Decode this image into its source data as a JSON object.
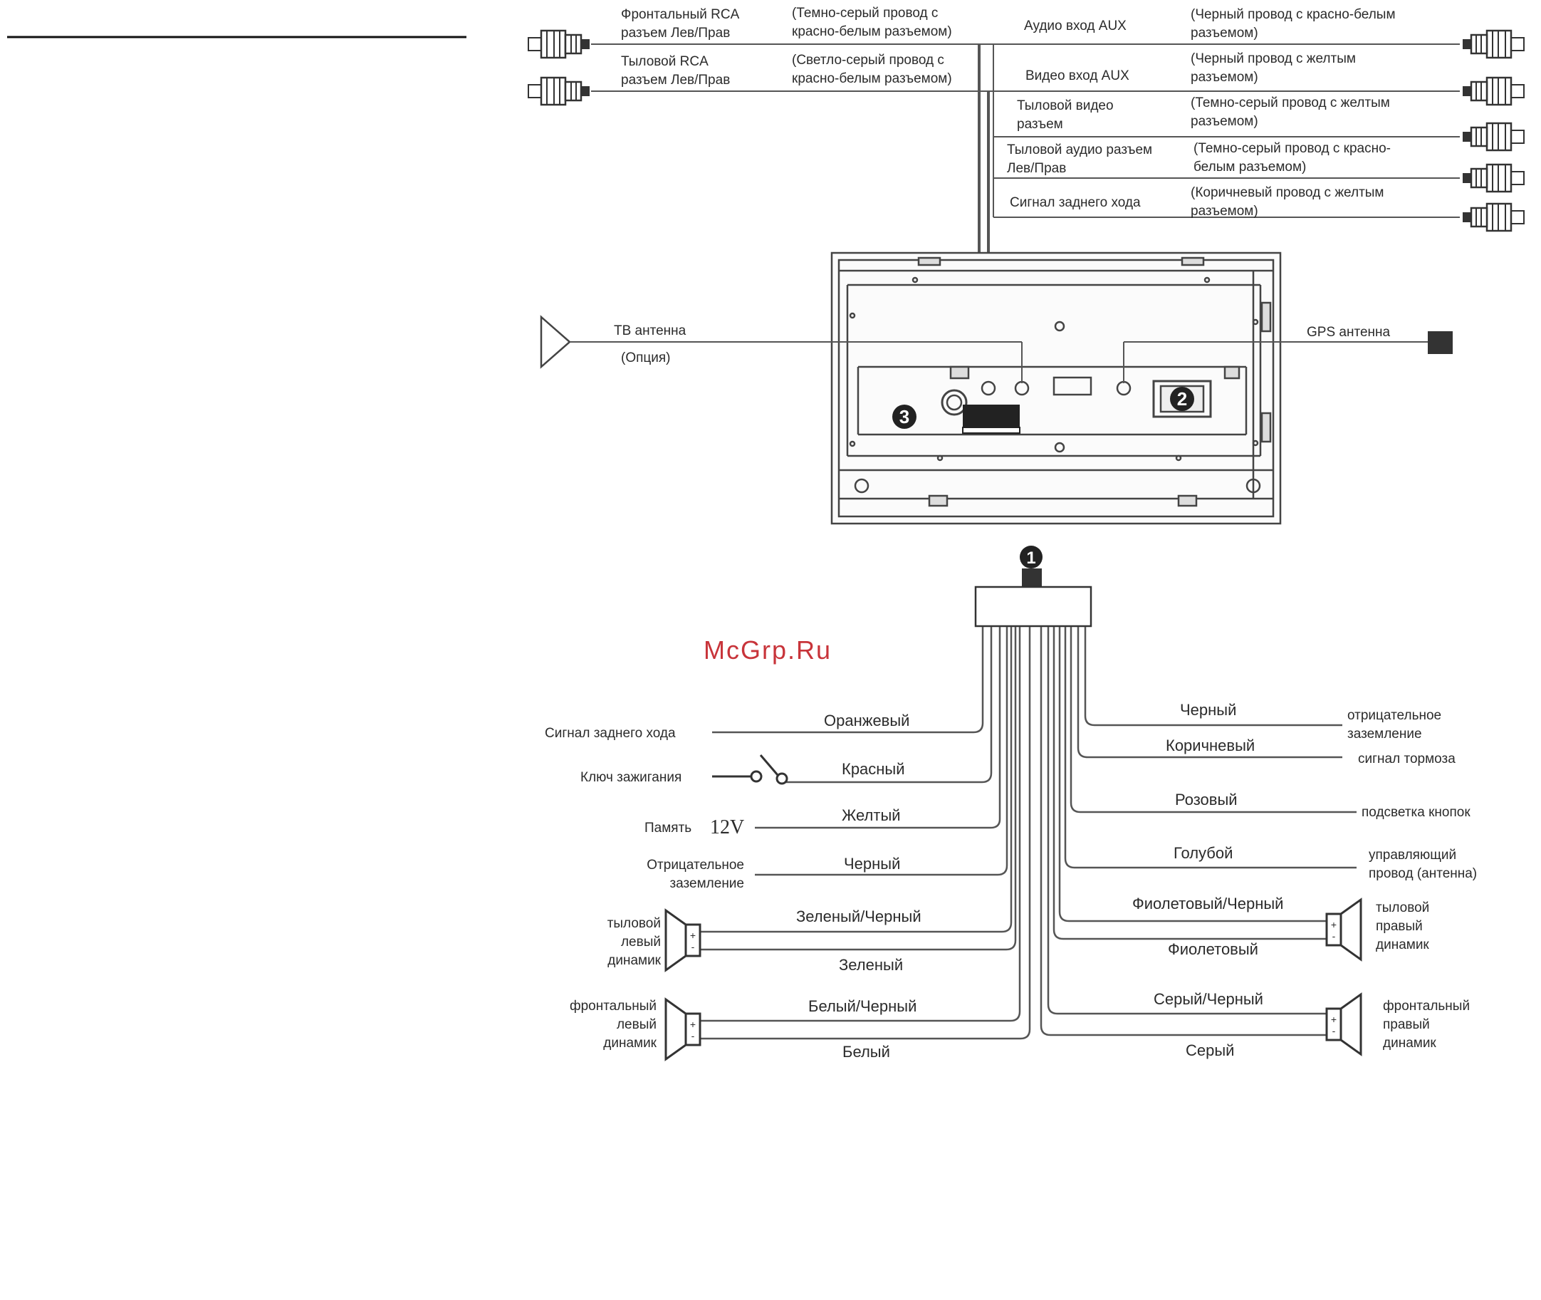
{
  "watermark": "McGrp.Ru",
  "rca": {
    "front_rca": [
      "Фронтальный RCA",
      "разъем Лев/Прав"
    ],
    "front_rca_note": [
      "(Темно-серый провод с",
      "красно-белым разъемом)"
    ],
    "rear_rca": [
      "Тыловой RCA",
      "разъем Лев/Прав"
    ],
    "rear_rca_note": [
      "(Светло-серый провод с",
      "красно-белым разъемом)"
    ],
    "aux_audio": "Аудио вход AUX",
    "aux_audio_note": [
      "(Черный провод с красно-белым",
      "разъемом)"
    ],
    "aux_video": "Видео вход AUX",
    "aux_video_note": [
      "(Черный провод с желтым",
      "разъемом)"
    ],
    "rear_video": [
      "Тыловой видео",
      "разъем"
    ],
    "rear_video_note": [
      "(Темно-серый провод с желтым",
      "разъемом)"
    ],
    "rear_audio": [
      "Тыловой аудио разъем",
      "Лев/Прав"
    ],
    "rear_audio_note": [
      "(Темно-серый провод с красно-",
      "белым разъемом)"
    ],
    "reverse": "Сигнал заднего хода",
    "reverse_note": [
      "(Коричневый провод с желтым",
      "разъемом)"
    ]
  },
  "antenna": {
    "tv": "ТВ антенна",
    "tv_option": "(Опция)",
    "gps": "GPS антенна"
  },
  "markers": {
    "m1": "1",
    "m2": "2",
    "m3": "3"
  },
  "harness": {
    "left": {
      "reverse_label": "Сигнал заднего хода",
      "orange": "Оранжевый",
      "ignition_label": "Ключ зажигания",
      "red": "Красный",
      "memory_label": "Память",
      "memory_voltage": "12V",
      "yellow": "Желтый",
      "ground_label": [
        "Отрицательное",
        "заземление"
      ],
      "black": "Черный",
      "rear_left_speaker": [
        "тыловой",
        "левый",
        "динамик"
      ],
      "green_black": "Зеленый/Черный",
      "green": "Зеленый",
      "front_left_speaker": [
        "фронтальный",
        "левый",
        "динамик"
      ],
      "white_black": "Белый/Черный",
      "white": "Белый"
    },
    "right": {
      "black": "Черный",
      "ground_label": [
        "отрицательное",
        "заземление"
      ],
      "brown": "Коричневый",
      "brake_label": "сигнал тормоза",
      "pink": "Розовый",
      "illum_label": "подсветка кнопок",
      "blue": "Голубой",
      "antenna_label": [
        "управляющий",
        "провод (антенна)"
      ],
      "violet_black": "Фиолетовый/Черный",
      "violet": "Фиолетовый",
      "rear_right_speaker": [
        "тыловой",
        "правый",
        "динамик"
      ],
      "gray_black": "Серый/Черный",
      "gray": "Серый",
      "front_right_speaker": [
        "фронтальный",
        "правый",
        "динамик"
      ]
    }
  }
}
